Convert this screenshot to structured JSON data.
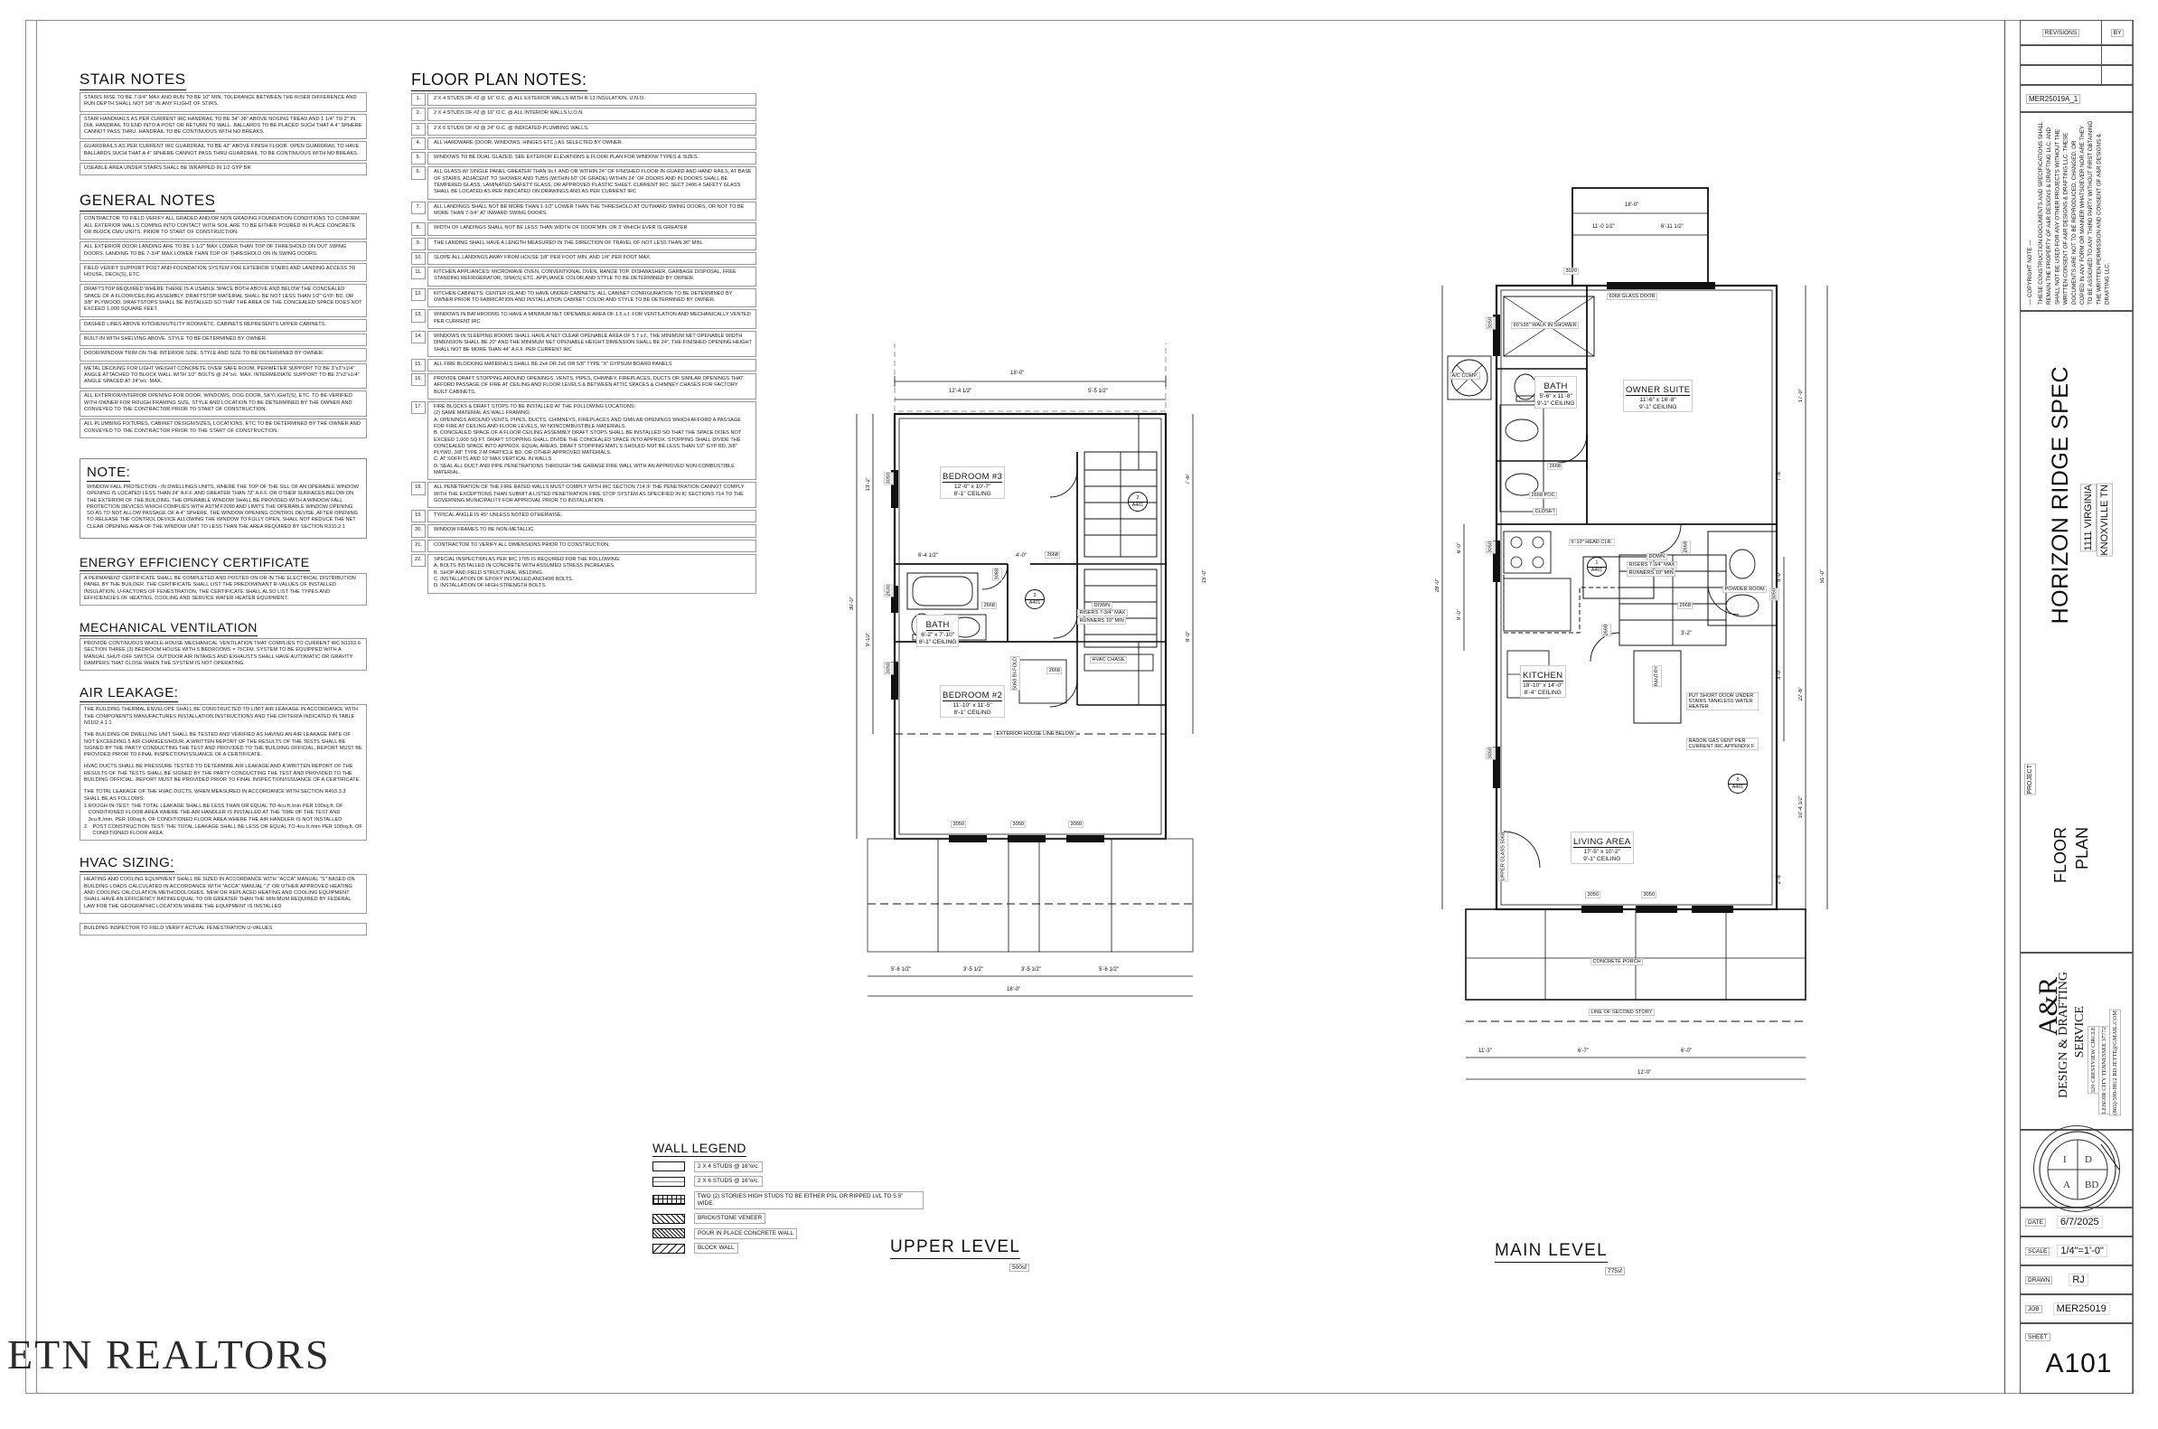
{
  "sheet": {
    "watermark": "ETN REALTORS"
  },
  "stair_notes": {
    "heading": "STAIR NOTES",
    "items": [
      "STAIRS RISE TO BE 7-3/4\" MAX AND RUN TO BE 10\" MIN. TOLERANCE BETWEEN THE RISER DIFFERENCE AND RUN DEPTH SHALL NOT 3/8\" IN ANY FLIGHT OF STIRS.",
      "STAIR HANDRAILS AS PER CURRENT IRC HANDRAIL TO BE 34\"-38\" ABOVE NOSING TREAD AND 1 1/4\" TO 2\" IN DIA. HANDRAIL TO END INTO A POST OR RETURN TO WALL. BALLARDS TO BE PLACED SUCH THAT A 4\" SPHERE CANNOT PASS THRU. HANDRAIL TO BE CONTINUOUS WITH NO BREAKS.",
      "GUARDRAILS AS PER CURRENT IRC GUARDRAIL TO BE 42\" ABOVE FINISH FLOOR.  OPEN GUARDRAIL TO HAVE BALLARDS SUCH THAT A 4\" SPHERE CANNOT PASS THRU GUARDRAIL TO BE CONTINUOUS WITH NO BREAKS.",
      "USEABLE AREA UNDER STAIRS SHALL BE WRAPPED IN 1/2 GYP BR"
    ]
  },
  "general_notes": {
    "heading": "GENERAL NOTES",
    "items": [
      "CONTRACTOR TO FIELD VERIFY ALL GRADED AND/OR NON GRADING FOUNDATION CONDITIONS TO CONFIRM ALL EXTERIOR WALLS COMING INTO CONTACT WITH SOIL ARE TO BE EITHER POURED IN PLACE CONCRETE OR BLOCK CMU UNITS. PRIOR TO START OF CONSTRUCTION.",
      "ALL EXTERIOR DOOR LANDING ARE TO BE 1-1/2\" MAX LOWER THAN TOP OF THRESHOLD ON OUT SWING DOORS.  LANDING TO BE 7-3/4\" MAX LOWER THAN TOP OF THRESHOLD ON IN SWING DOORS.",
      "FIELD VERIFY SUPPORT POST AND FOUNDATION SYSTEM FOR EXTERIOR STAIRS AND LANDING ACCESS TO HOUSE, DECK(S), ETC.",
      "DRAFTSTOP REQUIRED WHERE THERE IS A USABLE SPACE BOTH ABOVE AND BELOW THE CONCEALED SPACE OF A FLOOR/CEILING ASSEMBLY. DRAFTSTOP MATERIAL SHALL BE NOT LESS THAN 1/2\" GYP. BD. OR 3/8\" PLYWOOD. DRAFTSTOPS SHALL BE INSTALLED SO THAT THE AREA OF THE CONCEALED SPACE DOES NOT EXCEED 1,000 SQUARE FEET.",
      "DASHED LINES ABOVE KITCHEN/UTILITY ROOM/ETC. CABINETS REPRESENTS UPPER CABINETS.",
      "BUILT-IN WITH SHELVING ABOVE. STYLE TO BE DETERMINED BY OWNER.",
      "DOOR/WINDOW TRIM ON THE INTERIOR SIDE. STYLE AND SIZE TO BE DETERMINED BY OWNER.",
      "METAL DECKING FOR LIGHT WEIGHT CONCRETE OVER SAFE ROOM, PERIMETER SUPPORT TO BE 3\"x3\"x1/4\" ANGLE ATTACHED TO BLOCK WALL WITH 1/2\" BOLTS @ 24\"o/c. MAX.  INTERMEDIATE SUPPORT TO BE 3\"x3\"x1/4\" ANGLE SPACED AT 24\"o/c. MAX.",
      "ALL EXTERIOR/INTERIOR OPENING FOR DOOR, WINDOWS, DOG DOOR, SKYLIGHT(S), ETC. TO BE VERIFIED WITH OWNER FOR ROUGH FRAMING SIZE, STYLE AND LOCATION TO BE DETERMINED BY THE OWNER AND CONVEYED TO THE CONTRACTOR PRIOR TO START OF CONSTRUCTION.",
      "ALL PLUMBING FIXTURES, CABINET DESIGN/SIZES, LOCATIONS, ETC TO BE DETERMINED BY THE OWNER AND CONVEYED TO THE CONTRACTOR PRIOR TO THE START OF CONSTRUCTION."
    ]
  },
  "note_block": {
    "heading": "NOTE:",
    "body": "WINDOW FALL PROTECTION - IN DWELLINGS UNITS, WHERE THE TOP OF THE SILL OF AN OPERABLE WINDOW OPENING IS LOCATED LESS THAN 24\" A.F.F. AND GREATER THAN 72\" A.F.F. OR OTHER SURFACES BELOW ON THE EXTERIOR OF THE BUILDING, THE OPERABLE WINDOW SHALL BE PROVIDED WITH A WINDOW FALL PROTECTION DEVICES WHICH COMPLIES WITH ASTM F2090 AND LIMITS THE OPERABLE WINDOW OPENING SO AS TO NOT ALLOW PASSAGE OF A 4\" SPHERE. THE WINDOW OPENING CONTROL DEVISE, AFTER OPENING TO RELEASE THE CONTROL DEVICE ALLOWING THE WINDOW TO FULLY OPEN, SHALL NOT REDUCE THE NET CLEAR OPENING AREA OF THE WINDOW UNIT TO LESS THAN THE AREA REQUIRED BY SECTION R310.2.1"
  },
  "energy_cert": {
    "heading": "ENERGY EFFICIENCY CERTIFICATE",
    "body": "A PERMANENT CERTIFICATE SHALL BE COMPLETED AND POSTED ON OR IN THE ELECTRICAL DISTRIBUTION PANEL BY THE BUILDER. THE CERTIFICATE SHALL LIST THE PREDOMINANT R-VALUES OF INSTALLED INSULATION, U-FACTORS OF FENESTRATION, THE CERTIFICATE SHALL ALSO LIST THE TYPES AND EFFICIENCIES OF HEATING, COOLING AND SERVICE WATER HEATER EQUIPMENT."
  },
  "mech_vent": {
    "heading": "MECHANICAL VENTILATION",
    "body": "PROVIDE CONTINUOUS WHOLE-HOUSE MECHANICAL VENTILATION THAT COMPLIES TO CURRENT IRC N1103.6 SECTION THREE (3) BEDROOM HOUSE WITH 5 BEDROOMS = 75CFM. SYSTEM TO BE EQUIPPED WITH A MANUAL SHUT-OFF SWITCH. OUTDOOR AIR INTAKES AND EXHAUSTS SHALL HAVE AUTOMATIC OR GRAVITY DAMPERS THAT CLOSE WHEN THE SYSTEM IS NOT OPERATING."
  },
  "air_leakage": {
    "heading": "AIR LEAKAGE:",
    "paragraphs": [
      "THE BUILDING THERMAL ENVELOPE SHALL BE CONSTRUCTED TO LIMIT AIR LEAKAGE IN ACCORDANCE WITH THE COMPONENTS MANUFACTURES INSTALLATION INSTRUCTIONS AND THE CRITERIA INDICATED IN TABLE N1102.4.1.1",
      "THE BUILDING OR DWELLING UNIT SHALL BE TESTED AND VERIFIED AS HAVING AN AIR LEAKAGE RATE OF NOT EXCEEDING 5 AIR CHANGES/HOUR. A WRITTEN REPORT OF THE RESULTS OF THE TESTS SHALL BE SIGNED BY THE PARTY CONDUCTING THE TEST AND PROVIDED TO THE BUILDING OFFICIAL. REPORT MUST BE PROVIDED PRIOR TO FINAL INSPECTION/ISSUANCE OF A CERTIFICATE.",
      "HVAC DUCTS SHALL BE PRESSURE TESTED TO DETERMINE AIR LEAKAGE AND A WRITTEN REPORT OF THE RESULTS OF THE TESTS SHALL BE SIGNED BY THE PARTY CONDUCTING THE TEST AND PROVIDED TO THE BUILDING OFFICIAL. REPORT MUST BE PROVIDED PRIOR TO FINAL INSPECTION/ISSUANCE OF A CERTIFICATE.",
      "THE TOTAL LEAKAGE OF THE HVAC DUCTS, WHEN MEASURED IN ACCORDANCE WITH SECTION R403.3.3 SHALL BE AS FOLLOWS:"
    ],
    "numbered": [
      "ROUGH-IN-TEST: THE TOTAL LEAKAGE SHALL BE LESS THAN OR EQUAL TO 4cu.ft./min PER 100sq.ft. OF CONDITIONED FLOOR AREA WHERE THE AIR HANDLER IS INSTALLED AT THE TIME OF THE TEST AND 3cu.ft./min. PER 100sq.ft. OF CONDITIONED FLOOR AREA WHERE THE AIR HANDLER IS NOT INSTALLED",
      "POST CONSTRUCTION TEST: THE TOTAL LEAKAGE SHALL BE LESS OR EQUAL TO 4cu.ft./min PER 100sq.ft. OF CONDITIONED FLOOR AREA"
    ]
  },
  "hvac_sizing": {
    "heading": "HVAC SIZING:",
    "body": "HEATING AND COOLING EQUIPMENT SHALL BE SIZED IN ACCORDANCE WITH \"ACCA\" MANUAL \"S\" BASED ON BUILDING LOADS CALCULATED IN ACCORDANCE WITH \"ACCA\" MANUAL \"J\" OR OTHER APPROVED HEATING AND COOLING CALCULATION METHODOLOGIES. NEW OR REPLACED HEATING AND COOLING EQUIPMENT SHALL HAVE AN EFFICIENCY RATING EQUAL TO OR GREATER THAN THE MIN-MUM REQUIRED BY FEDERAL LAW FOR THE GEOGRAPHIC LOCATION WHERE THE EQUIPMENT IS INSTALLED",
    "footer": "BUILDING INSPECTOR TO FIELD VERIFY ACTUAL FENESTRATION U-VALUES"
  },
  "floor_plan_notes": {
    "heading": "FLOOR PLAN NOTES:",
    "items": [
      {
        "n": "1.",
        "t": "2 X 4 STUDS DF #2 @ 16\" O.C. @ ALL EXTERIOR WALLS WITH R-13 INSULATION, U.N.O."
      },
      {
        "n": "2.",
        "t": "2 X 4 STUDS DF #2 @ 16\" O.C. @ ALL  INTERIOR WALLS U.O.N."
      },
      {
        "n": "3.",
        "t": "2 X 6  STUDS DF #2 @ 24\" O.C. @ INDICATED PLUMBING WALLS."
      },
      {
        "n": "4.",
        "t": "ALL HARDWARE (DOOR, WINDOWS, HINGES ETC.) AS SELECTED BY OWNER."
      },
      {
        "n": "5.",
        "t": "WINDOWS TO BE DUAL GLAZED.  SEE EXTERIOR ELEVATIONS & FLOOR PLAN FOR WINDOW TYPES & SIZES."
      },
      {
        "n": "6.",
        "t": "ALL GLASS W/ SINGLE PANEL GREATER THAN 9s.f. AND OR WITHIN 24\" OF FINISHED FLOOR IN GUARD AND HAND RAILS, AT BASE OF STAIRS, ADJACENT TO SHOWER AND TUBS (WITHIN 60\" OF GRADE) WITHIN 24\" OF DOORS AND IN DOORS SHALL BE TEMPERED GLASS, LAMINATED SAFETY GLASS, OR APPROVED PLASTIC SHEET. CURRENT IRC. SECT 2406.4 SAFETY GLASS SHALL BE LOCATED AS PER INDICATED ON DRAWINGS AND AS PER CURRENT IRC"
      },
      {
        "n": "7.",
        "t": "ALL LANDINGS SHALL NOT BE MORE THAN 1-1/2\" LOWER THAN THE THRESHOLD AT OUTWARD SWING DOORS, OR NOT TO BE MORE THAN 7-3/4\" AT INWARD SWING DOORS."
      },
      {
        "n": "8.",
        "t": "WIDTH OF LANDINGS SHALL NOT BE LESS THAN WIDTH OF DOOR MIN. OR 3' WHICH EVER IS GREATER"
      },
      {
        "n": "9.",
        "t": "THE LANDING SHALL HAVE A LENGTH MEASURED IN THE DIRECTION OF TRAVEL OF NOT LESS THAN 36\" MIN."
      },
      {
        "n": "10.",
        "t": "SLOPE ALL LANDINGS AWAY FROM HOUSE 1/8\" PER FOOT MIN. AND 1/4\" PER FOOT MAX."
      },
      {
        "n": "11.",
        "t": "KITCHEN APPLIANCES: MICROWAVE OVEN, CONVENTIONAL OVEN, RANGE TOP, DISHWASHER, GARBAGE DISPOSAL, FREE STANDING REFRIGERATOR, SINK(S) ETC. APPLIANCE COLOR AND STYLE TO BE DETERMINED BY OWNER."
      },
      {
        "n": "12.",
        "t": "KITCHEN CABINETS: CENTER ISLAND TO HAVE UNDER CABINETS.  ALL CABINET CONFIGURATION TO BE DETERMINED BY OWNER PRIOR TO FABRICATION AND INSTALLATION CABINET COLOR AND STYLE TO BE DETERMINED BY OWNER."
      },
      {
        "n": "13.",
        "t": "WINDOWS IN BATHROOMS TO HAVE A MINIMUM NET OPENABLE AREA OF 1.5 s.f. FOR VENTILATION AND MECHANICALLY VENTED PER CURRENT IRC"
      },
      {
        "n": "14.",
        "t": "WINDOWS IN SLEEPING ROOMS SHALL HAVE A NET CLEAR OPENABLE AREA OF 5.7 s.f., THE MINIMUM NET OPENABLE WIDTH DIMENSION SHALL BE 20\" AND THE MINIMUM NET OPENABLE HEIGHT DIMENSION SHALL BE 24\", THE FINISHED OPENING HEIGHT SHALL NOT BE MORE THAN 44\" A.F.F. PER CURRENT IRC"
      },
      {
        "n": "15.",
        "t": "ALL FIRE BLOCKING MATERIALS SHALL BE 2x4 OR 2x6 OR 5/8\" TYPE \"X\" GYPSUM BOARD PANELS"
      },
      {
        "n": "16.",
        "t": "PROVIDE DRAFT STOPPING AROUND OPENINGS, VENTS, PIPES, CHIMNEY, FIREPLACES, DUCTS OR SIMILAR OPENINGS THAT AFFORD PASSAGE OF FIRE AT CEILING AND FLOOR LEVELS & BETWEEN ATTIC SPACES & CHIMNEY CHASES FOR FACTORY BUILT CABINETS."
      },
      {
        "n": "17.",
        "t": "FIRE BLOCKS & DRAFT STOPS TO BE INSTALLED AT THE FOLLOWING LOCATIONS:\n(2) SAME MATERIAL AS WALL FRAMING:\nA. OPENINGS AROUND VENTS, PIPES, DUCTS, CHIMNEYS, FIREPLACES AND SIMILAR OPENINGS WHICH AFFORD A PASSAGE FOR FIRE AT CEILING AND FLOOR LEVELS, W/ NONCOMBUSTIBLE MATERIALS.\nB. CONCEALED SPACE OF A FLOOR CEILING ASSEMBLY DRAFT STOPS SHALL BE INSTALLED SO THAT THE SPACE DOES NOT EXCEED 1,000 SQ FT. DRAFT STOPPING SHALL DIVIDE THE CONCEALED SPACE INTO APPROX. STOPPING SHALL DIVIDE THE CONCEALED SPACE INTO APPROX. EQUAL AREAS. DRAFT STOPPING MATL'S SHOULD NOT BE LESS THAN 1/2\" GYP BD, 3/8\" PLYWD, 3/8\" TYPE 2-M PARTICLE BD, OR OTHER APPROVED MATERIALS.\nC. AT SOFFITS AND 10' MAX VERTICAL IN WALLS\nD. SEAL ALL DUCT AND PIPE PENETRATIONS THROUGH THE GARAGE FIRE WALL WITH AN APPROVED NON-COMBUSTIBLE MATERIAL."
      },
      {
        "n": "18.",
        "t": "ALL PENETRATION OF THE FIRE RATED WALLS MUST COMPLY WITH IRC SECTION 714 IF THE PENETRATION CANNOT COMPLY WITH THE EXCEPTIONS THAN SUBMIT A LISTED PENETRATION FIRE STOP SYSTEM AS SPECIFIED IN IC SECTIONS 714 TO THE GOVERNING MUNICIPALITY FOR APPROVAL PRIOR TO INSTALLATION."
      },
      {
        "n": "19.",
        "t": "TYPICAL ANGLE IS 45° UNLESS NOTED OTHERWISE."
      },
      {
        "n": "20.",
        "t": "WINDOW FRAMES TO BE NON-METALLIC."
      },
      {
        "n": "21.",
        "t": "CONTRACTOR TO VERIFY ALL DIMENSIONS PRIOR TO CONSTRUCTION."
      },
      {
        "n": "22.",
        "t": "SPECIAL INSPECTION AS PER IRC 1705 IS REQUIRED FOR THE FOLLOWING:\nA. BOLTS INSTALLED IN CONCRETE WITH ASSUMED STRESS INCREASES.\nB. SHOP AND FIELD STRUCTURAL WELDING.\nC. INSTALLATION OF EPOXY INSTALLED ANCHOR BOLTS.\nD. INSTALLATION OF HIGH-STRENGTH BOLTS."
      }
    ]
  },
  "wall_legend": {
    "heading": "WALL LEGEND",
    "items": [
      {
        "swatch": "2x4",
        "label": "2 X 4 STUDS @ 16\"o/c."
      },
      {
        "swatch": "2x6",
        "label": "2 X 6 STUDS @ 16\"o/c."
      },
      {
        "swatch": "2story",
        "label": "TWO (2) STORIES HIGH STUDS TO BE EITHER PSL OR RIPPED LVL TO 5.5\" WIDE."
      },
      {
        "swatch": "brick",
        "label": "BRICK/STONE VENEER"
      },
      {
        "swatch": "concrete",
        "label": "POUR IN PLACE CONCRETE WALL"
      },
      {
        "swatch": "block",
        "label": "BLOCK WALL"
      }
    ]
  },
  "upper_level": {
    "title": "UPPER LEVEL",
    "sf": "500sf",
    "rooms": [
      {
        "name": "BEDROOM #3",
        "dim": "12'-0\" x 10'-7\"",
        "ceiling": "8'-1\" CEILING"
      },
      {
        "name": "BATH",
        "dim": "6'-2\" x 7'-10\"",
        "ceiling": "8'-1\" CEILING"
      },
      {
        "name": "BEDROOM #2",
        "dim": "11'-10\" x 11'-5\"",
        "ceiling": "8'-1\" CEILING"
      }
    ],
    "notes": [
      "EXTERIOR HOUSE LINE BELOW",
      "DOWN",
      "RISERS 7-3/4\" MAX",
      "RUNNERS 10\" MIN",
      "HVAC CHASE"
    ],
    "window_tags": [
      "3050",
      "3050",
      "2630",
      "3050",
      "3050",
      "3050",
      "3050"
    ],
    "door_tags": [
      "2668",
      "2668",
      "2668",
      "3068",
      "5068 BI-FOLD"
    ],
    "dimensions_top": [
      "18'-0\"",
      "12'-4 1/2\"",
      "5'-5 1/2\""
    ],
    "dimensions_bottom": [
      "5'-6 1/2\"",
      "3'-5 1/2\"",
      "3'-5 1/2\"",
      "5'-6 1/2\"",
      "18'-0\""
    ],
    "dimensions_left": [
      "30'-0\"",
      "13'-2\"",
      "9'-10\"",
      "6'-4 1/2\"",
      "4'-0\""
    ],
    "dimensions_right": [
      "7'-6\"",
      "8'-0\"",
      "15'-0\""
    ],
    "detail_tags": [
      "2 / A401",
      "3 / A401"
    ]
  },
  "main_level": {
    "title": "MAIN LEVEL",
    "sf": "775sf",
    "rooms": [
      {
        "name": "OWNER SUITE",
        "dim": "11'-6\" x 16'-8\"",
        "ceiling": "9'-1\" CEILING"
      },
      {
        "name": "BATH",
        "dim": "5'-6\" x 11'-8\"",
        "ceiling": "9'-1\" CEILING"
      },
      {
        "name": "KITCHEN",
        "dim": "18'-10\" x 14'-0\"",
        "ceiling": "8'-4\" CEILING"
      },
      {
        "name": "LIVING AREA",
        "dim": "17'-5\" x 10'-2\"",
        "ceiling": "9'-1\" CEILING"
      },
      {
        "name": "CLOSET",
        "dim": "",
        "ceiling": ""
      },
      {
        "name": "POWDER ROOM",
        "dim": "",
        "ceiling": ""
      },
      {
        "name": "PANTRY",
        "dim": "",
        "ceiling": ""
      }
    ],
    "notes": [
      "6068 GLASS DOOR",
      "60\"x36\" WALK IN SHOWER",
      "A/C COMP.",
      "6'-10\" HEAD CLR.",
      "DOWN",
      "RISERS 7-3/4\" MAX",
      "RUNNERS 10\" MIN",
      "PUT SHORT DOOR UNDER STAIRS TANKLESS WATER HEATER",
      "RADON GAS VENT PER CURRENT IRC APPENDIX F",
      "CONCRETE PORCH",
      "LINE OF SECOND STORY",
      "UPPER GLASS 5068"
    ],
    "window_tags": [
      "3020",
      "3050",
      "3050",
      "3050",
      "3050",
      "3050",
      "3050"
    ],
    "door_tags": [
      "2668",
      "2668 POC",
      "2668",
      "2668",
      "2668"
    ],
    "dimensions_top": [
      "18'-0\"",
      "11'-0 1/2\"",
      "6'-11 1/2\""
    ],
    "dimensions_bottom": [
      "3'-2\"",
      "11'-3\"",
      "6'-7\"",
      "6'-0\"",
      "12'-0\"",
      "18'-0\""
    ],
    "dimensions_right": [
      "17'-0\"",
      "51'-0\"",
      "22'-6\"",
      "7'-8\"",
      "10'-4 1/2\"",
      "5'-0\"",
      "3'-0\"",
      "3'-6\"",
      "7'-6\"",
      "2'-6\"",
      "2'-4\""
    ],
    "dimensions_left": [
      "28'-0\"",
      "6'-0\"",
      "9'-0\""
    ],
    "detail_tags": [
      "1 / A401",
      "8 / A401"
    ]
  },
  "title_block": {
    "revisions_header": "REVISIONS",
    "by_header": "BY",
    "drawing_id": "MER25019A_1",
    "copyright_label": "— COPYRIGHT NOTE —",
    "copyright_body": "THESE CONSTRUCTION DOCUMENTS AND SPECIFICATIONS SHALL REMAIN THE PROPERTY OF A&R DESIGNS & DRAFTING LLC. AND SHALL NOT BE USED FOR ANY OTHER PROJECTS WITHOUT THE WRITTEN CONSENT OF A&R DESIGNS & DRAFTING LLC. THESE DOCUMENTS ARE NOT TO BE REPRODUCED, CHANGED, OR COPIED IN ANY FORM OR MANNER WHATSOEVER NOR ARE THEY TO BE ASSIGNED TO ANY THIRD PARTY WITHOUT FIRST OBTAINING THE WRITTEN PERMISSION AND CONSENT OF A&R DESIGNS & DRAFTING LLC.",
    "project_label": "PROJECT",
    "project_name": "HORIZON RIDGE SPEC",
    "project_address_1": "1111 VIRGINIA",
    "project_address_2": "KNOXVILLE TN",
    "sheet_title_1": "FLOOR",
    "sheet_title_2": "PLAN",
    "firm_name": "A&R",
    "firm_sub_1": "DESIGN  &  DRAFTING",
    "firm_sub_2": "SERVICE",
    "firm_addr_1": "320 CRESTVIEW CIRCLE",
    "firm_addr_2": "LENOIR CITY TENNESSEE 37772",
    "firm_addr_3": "(865)-599-8812   RD.JETTE@GMAIL.COM",
    "fields": [
      {
        "label": "DATE",
        "value": "6/7/2025"
      },
      {
        "label": "SCALE",
        "value": "1/4\"=1'-0\""
      },
      {
        "label": "DRAWN",
        "value": "RJ"
      },
      {
        "label": "JOB",
        "value": "MER25019"
      }
    ],
    "sheet_label": "SHEET",
    "sheet_number": "A101"
  }
}
